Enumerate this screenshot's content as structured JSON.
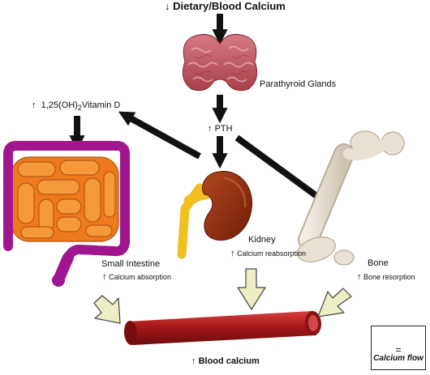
{
  "top": {
    "arrow": "↓",
    "label": "Dietary/Blood Calcium"
  },
  "parathyroid": {
    "label": "Parathyroid Glands"
  },
  "pth": {
    "arrow": "↑",
    "label": "PTH"
  },
  "vitamin_d": {
    "arrow": "↑",
    "prefix": "1,25(OH)",
    "subscript": "2",
    "suffix": "Vitamin D"
  },
  "kidney": {
    "label": "Kidney",
    "effect_arrow": "↑",
    "effect": "Calcium reabsorption"
  },
  "intestine": {
    "label": "Small Intestine",
    "effect_arrow": "↑",
    "effect": "Calcium absorption"
  },
  "bone": {
    "label": "Bone",
    "effect_arrow": "↑",
    "effect": "Bone resorption"
  },
  "blood": {
    "arrow": "↑",
    "label": "Blood calcium"
  },
  "legend": {
    "equals": "=",
    "label": "Calcium flow"
  },
  "colors": {
    "black_arrow": "#111111",
    "flow_arrow_fill": "#eeeec4",
    "flow_arrow_stroke": "#444444",
    "intestine_orange": "#ee7a1e",
    "colon_magenta": "#a0168e",
    "kidney": "#8c2c10",
    "ureter": "#f0c020",
    "bone": "#e4dccd",
    "blood_vessel": "#b01c1c",
    "parathyroid": "#c25a64"
  }
}
